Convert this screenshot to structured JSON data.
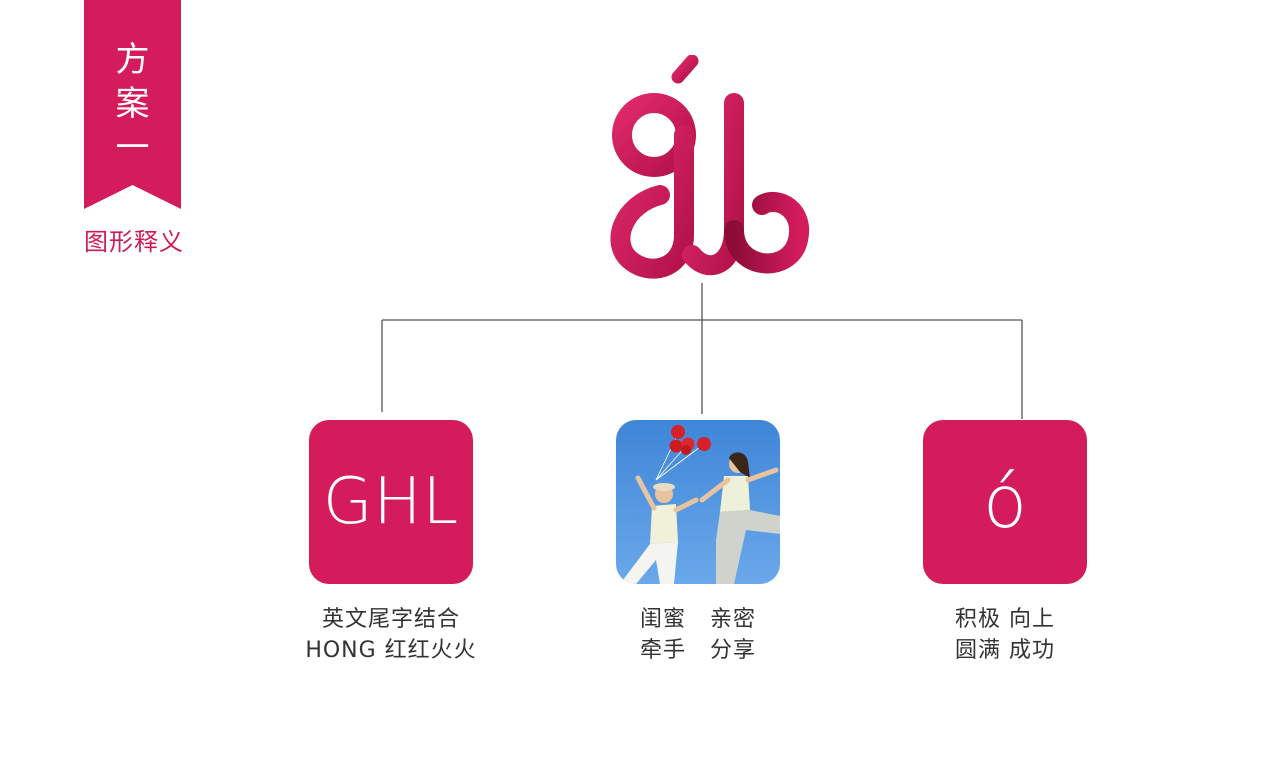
{
  "ribbon": {
    "label_chars": [
      "方",
      "案",
      "一"
    ],
    "color": "#d41c5c"
  },
  "subtitle": "图形释义",
  "brand": {
    "accent_color": "#d41c5c"
  },
  "branches": [
    {
      "kind": "text-card",
      "card_text": "GHL",
      "caption_lines": [
        "英文尾字结合",
        "HONG 红红火火"
      ]
    },
    {
      "kind": "photo-card",
      "photo_icon": "friends-jumping-with-balloons-photo",
      "caption_lines": [
        "闺蜜   亲密",
        "牵手   分享"
      ]
    },
    {
      "kind": "text-card",
      "card_text": "ó",
      "caption_lines": [
        "积极 向上",
        "圆满 成功"
      ]
    }
  ]
}
